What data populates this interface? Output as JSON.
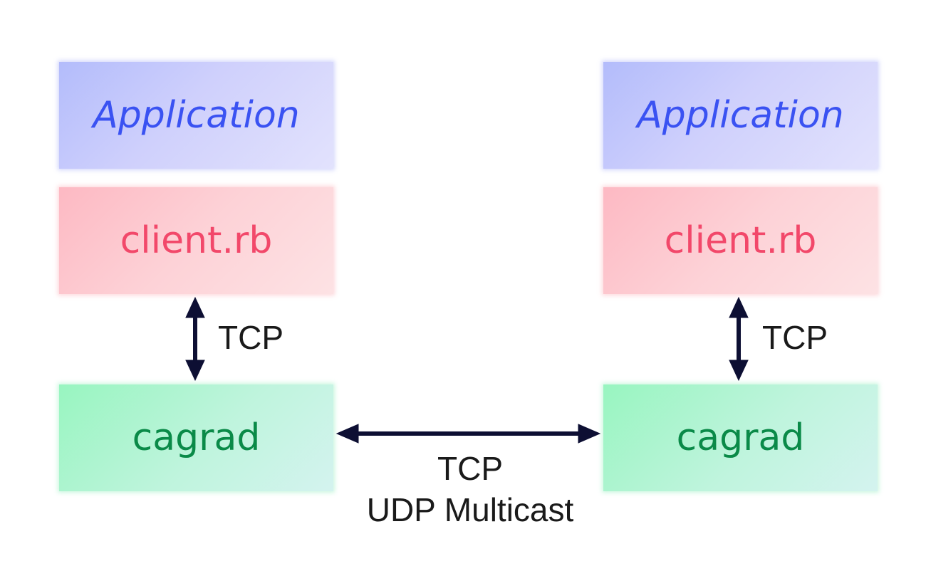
{
  "diagram": {
    "left": {
      "application": "Application",
      "client": "client.rb",
      "daemon": "cagrad",
      "link_label": "TCP"
    },
    "right": {
      "application": "Application",
      "client": "client.rb",
      "daemon": "cagrad",
      "link_label": "TCP"
    },
    "peer_link": {
      "label_line1": "TCP",
      "label_line2": "UDP Multicast"
    },
    "colors": {
      "application_text": "#3a52f2",
      "client_text": "#f2486a",
      "daemon_text": "#0a8a48",
      "arrow": "#0d0f33"
    }
  }
}
